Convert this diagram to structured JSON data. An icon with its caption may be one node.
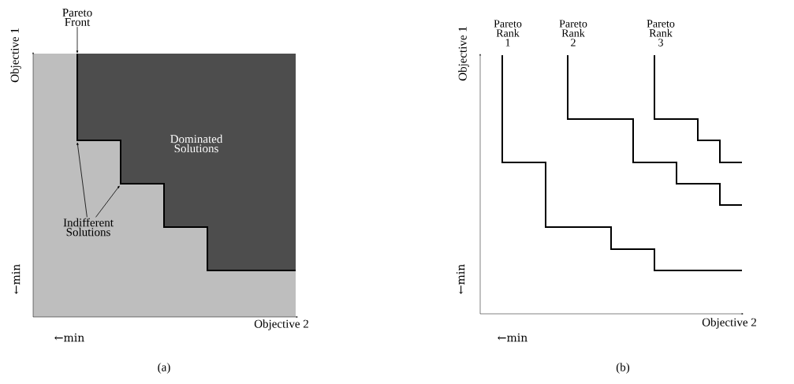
{
  "diagram": {
    "nodes": [
      {
        "text": [
          "Pareto Front"
        ]
      },
      {
        "text": [
          "Indifferent Solutions"
        ]
      }
    ],
    "edges": [
      {
        "from": 0,
        "to": null,
        "arrow": "to"
      },
      {
        "from": 1,
        "to": null,
        "arrow": "to"
      },
      {
        "from": 1,
        "to": null,
        "arrow": "to"
      }
    ],
    "labels": [
      "Objective 1",
      "Dominated Solutions",
      "←min",
      "Objective 2",
      "←min",
      "(a)",
      "Pareto Rank 1",
      "Pareto Rank 2",
      "Pareto Rank 3",
      "Objective 1",
      "←min",
      "Objective 2",
      "←min",
      "(b)"
    ]
  }
}
